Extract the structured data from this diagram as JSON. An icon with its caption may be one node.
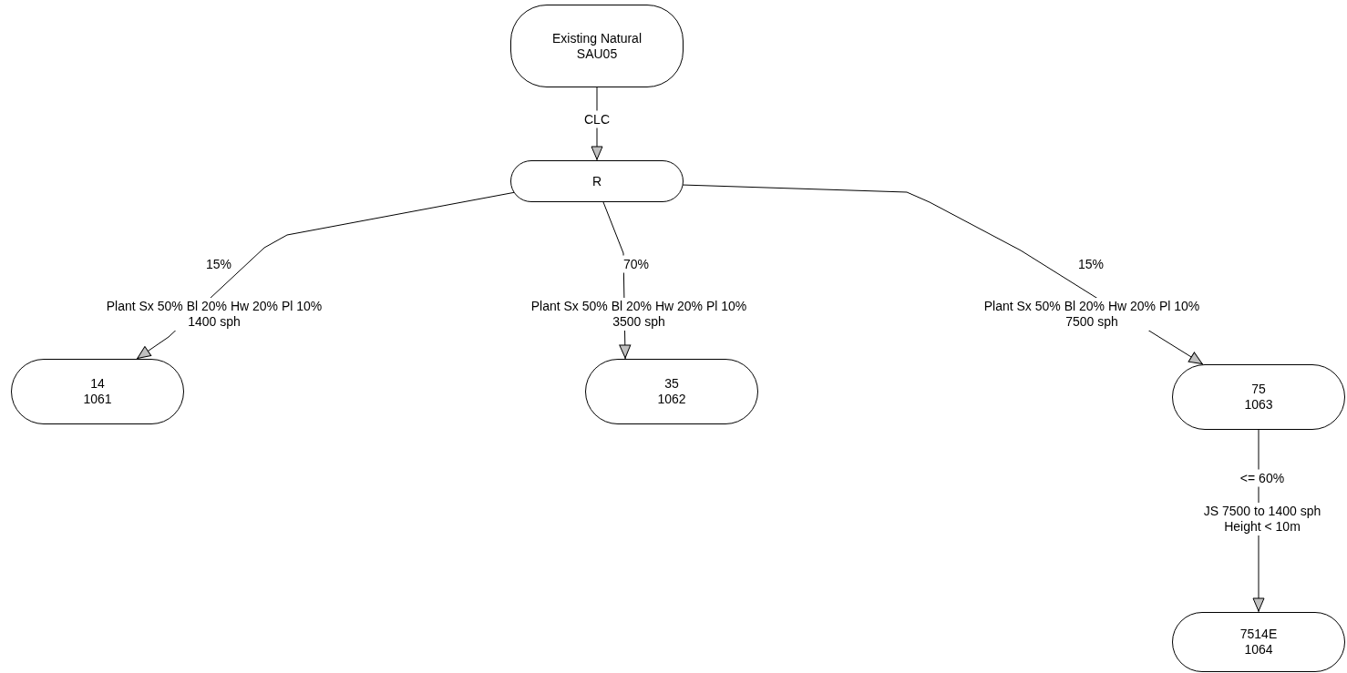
{
  "diagram": {
    "nodes": [
      {
        "text": [
          "Existing Natural SAU05"
        ]
      },
      {
        "text": [
          "R"
        ]
      },
      {
        "text": [
          "14 1061"
        ]
      },
      {
        "text": [
          "35 1062"
        ]
      },
      {
        "text": [
          "75 1063"
        ]
      },
      {
        "text": [
          "7514E 1064"
        ]
      }
    ],
    "edges": [
      {
        "from": 0,
        "to": 1,
        "arrow": "to",
        "label": "CLC"
      },
      {
        "from": 1,
        "to": 2,
        "arrow": "to",
        "label": "15%"
      },
      {
        "from": 1,
        "to": 3,
        "arrow": "to",
        "label": "70%"
      },
      {
        "from": 1,
        "to": 4,
        "arrow": "to",
        "label": "15%"
      },
      {
        "from": 4,
        "to": 5,
        "arrow": "to",
        "label": "<= 60%"
      }
    ],
    "labels": [
      "Plant Sx 50% Bl 20% Hw 20% Pl 10% 1400 sph",
      "Plant Sx 50% Bl 20% Hw 20% Pl 10% 3500 sph",
      "Plant Sx 50% Bl 20% Hw 20% Pl 10% 7500 sph",
      "JS 7500 to 1400 sph Height < 10m"
    ]
  }
}
